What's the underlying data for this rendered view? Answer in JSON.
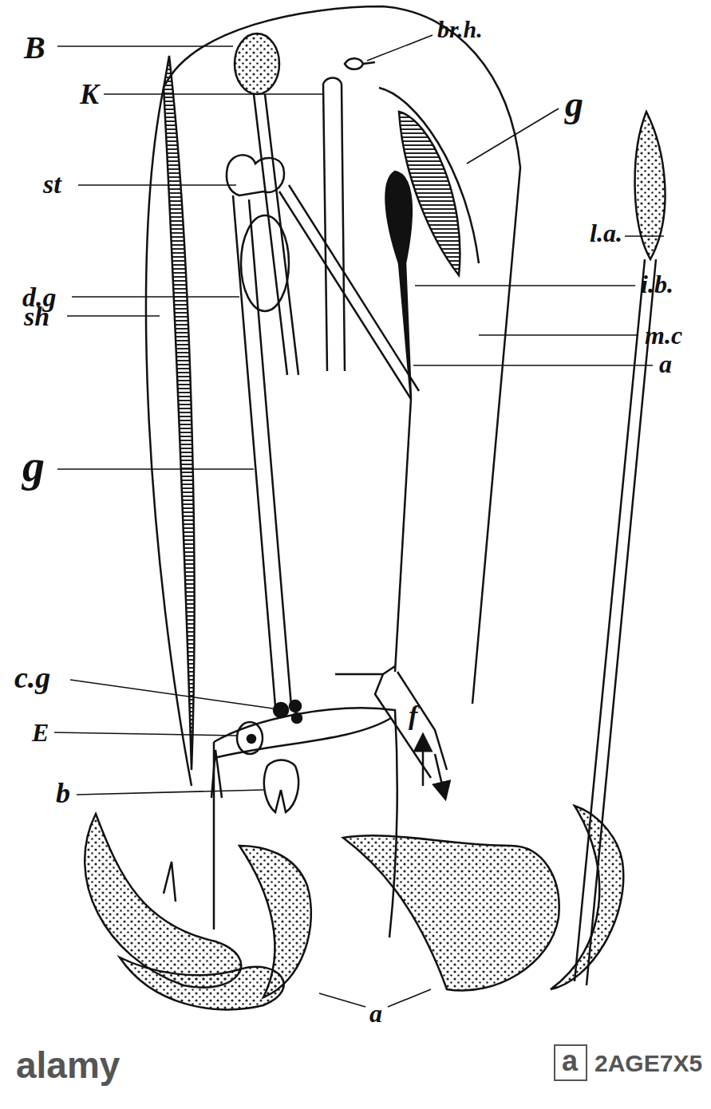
{
  "diagram": {
    "labels": [
      "B",
      "br.h.",
      "g",
      "K",
      "st",
      "l.a.",
      "d.g",
      "sh",
      "i.b.",
      "m.c",
      "a",
      "g",
      "c.g",
      "f",
      "E",
      "b",
      "a",
      "alamy",
      "a",
      "2AGE7X5"
    ]
  }
}
